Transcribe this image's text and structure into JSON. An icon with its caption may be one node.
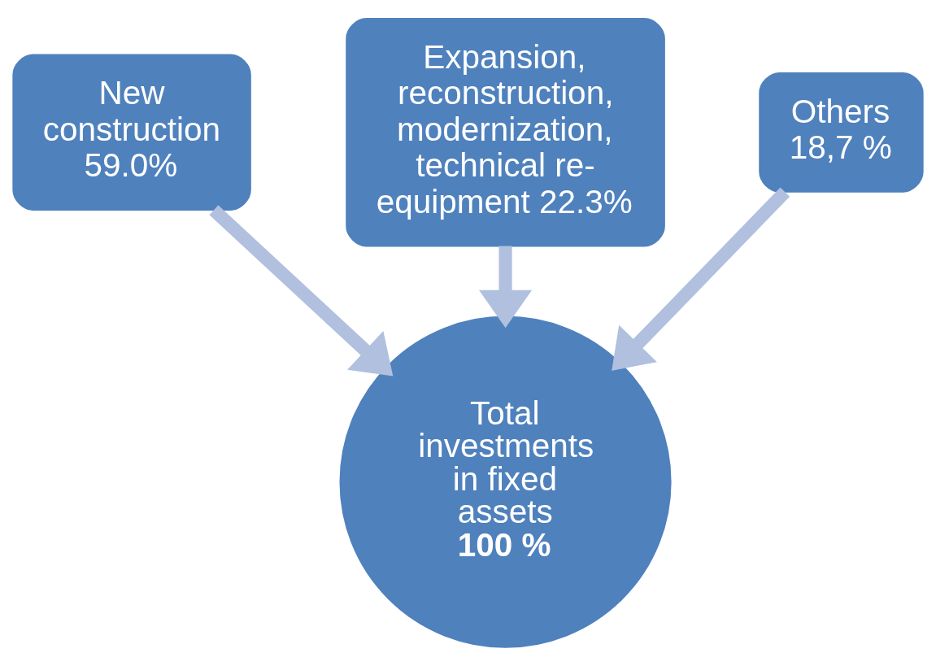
{
  "diagram": {
    "nodes": [
      {
        "text": [
          "Expansion, reconstruction, modernization, technical re-equipment 22.3%"
        ]
      },
      {
        "text": [
          "New construction 59.0%"
        ]
      },
      {
        "text": [
          "Others",
          "18,7 %"
        ]
      },
      {
        "text": [
          "Total investments in fixed assets",
          "100 %"
        ]
      }
    ],
    "edges": [
      {
        "from": 0,
        "to": 3,
        "arrow": "to"
      },
      {
        "from": 1,
        "to": 3,
        "arrow": "to"
      },
      {
        "from": 2,
        "to": 3,
        "arrow": "to"
      }
    ]
  }
}
